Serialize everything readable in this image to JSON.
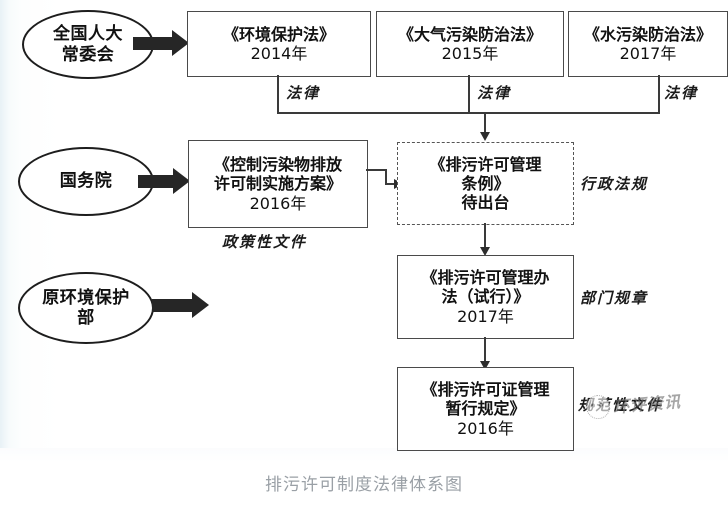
{
  "caption": "排污许可制度法律体系图",
  "watermark": {
    "text": "环评资讯",
    "logo_icon": "dotted-circle-logo-icon"
  },
  "diagram": {
    "title": "排污许可制度法律体系图",
    "type": "flowchart",
    "actors": [
      {
        "id": "npc",
        "label_line1": "全国人大",
        "label_line2": "常委会"
      },
      {
        "id": "state-council",
        "label_line1": "国务院",
        "label_line2": ""
      },
      {
        "id": "mep",
        "label_line1": "原环境保护",
        "label_line2": "部"
      }
    ],
    "laws": [
      {
        "id": "law-env",
        "title": "《环境保护法》",
        "year": "2014年",
        "tier": "法律"
      },
      {
        "id": "law-air",
        "title": "《大气污染防治法》",
        "year": "2015年",
        "tier": "法律"
      },
      {
        "id": "law-water",
        "title": "《水污染防治法》",
        "year": "2017年",
        "tier": "法律"
      }
    ],
    "documents": [
      {
        "id": "policy-plan",
        "line1": "《控制污染物排放",
        "line2": "许可制实施方案》",
        "line3": "2016年",
        "tier": "政策性文件",
        "status": ""
      },
      {
        "id": "regulation-draft",
        "line1": "《排污许可管理",
        "line2": "条例》",
        "line3": "待出台",
        "tier": "行政法规",
        "status": "待出台"
      },
      {
        "id": "dept-rule",
        "line1": "《排污许可管理办",
        "line2": "法（试行）》",
        "line3": "2017年",
        "tier": "部门规章",
        "status": ""
      },
      {
        "id": "normative-doc",
        "line1": "《排污许可证管理",
        "line2": "暂行规定》",
        "line3": "2016年",
        "tier": "规范性文件",
        "status": ""
      }
    ],
    "tier_labels": {
      "law": "法律",
      "administrative_regulation": "行政法规",
      "policy_document": "政策性文件",
      "department_rule": "部门规章",
      "normative_document": "规范性文件"
    },
    "colors": {
      "line": "#3a3a3a",
      "arrow_block": "#262626",
      "text": "#111111",
      "caption": "#9aa0a6",
      "background": "#ffffff"
    }
  }
}
